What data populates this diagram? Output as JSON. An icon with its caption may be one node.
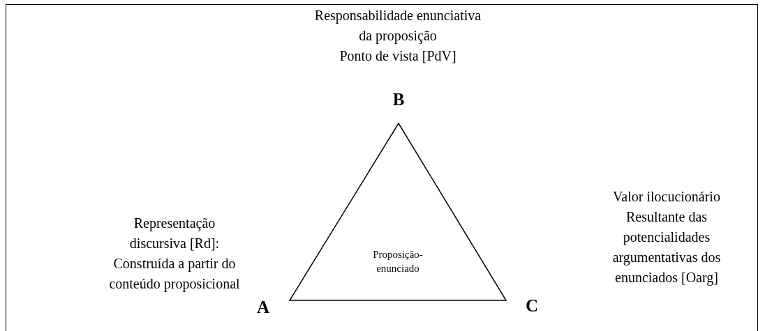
{
  "diagram": {
    "nodes": [
      {
        "text": [
          "Proposição-enunciado"
        ]
      }
    ],
    "edges": [],
    "labels": [
      "Responsabilidade enunciativa da proposição",
      "Ponto de vista [PdV]",
      "B",
      "Representação discursiva [Rd]:",
      "Construída a partir do conteúdo proposicional",
      "A",
      "Valor ilocucionário",
      "Resultante das potencialidades argumentativas dos enunciados [Oarg]",
      "C"
    ]
  }
}
